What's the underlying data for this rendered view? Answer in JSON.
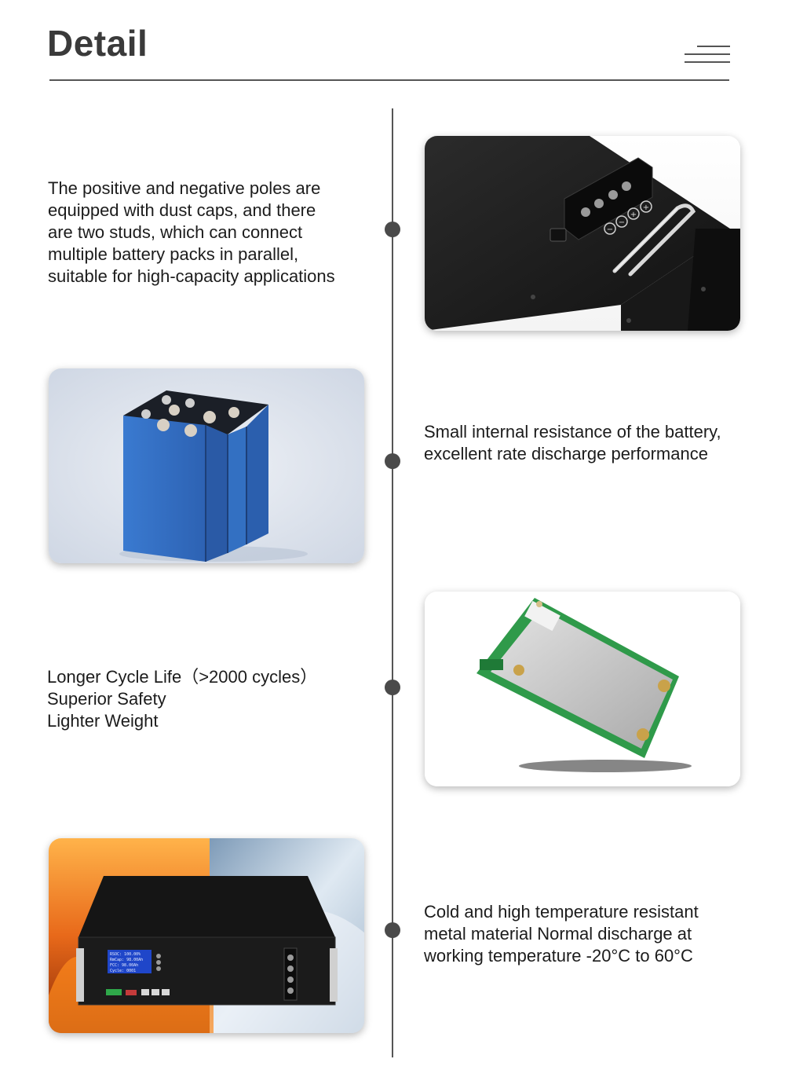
{
  "header": {
    "title": "Detail"
  },
  "sections": [
    {
      "lines": [
        "The positive and negative poles are",
        "equipped with dust caps, and there",
        "are two studs, which can connect",
        "multiple battery packs in parallel,",
        "suitable for high-capacity applications"
      ]
    },
    {
      "lines": [
        "Small internal resistance of the battery,",
        "excellent rate discharge performance"
      ]
    },
    {
      "lines": [
        "Longer Cycle Life（>2000 cycles）",
        "Superior Safety",
        "Lighter Weight"
      ]
    },
    {
      "lines": [
        "Cold and high temperature resistant",
        "metal material Normal discharge at",
        "working temperature -20°C to 60°C"
      ]
    }
  ],
  "images": {
    "terminal_symbols": [
      "−",
      "−",
      "+",
      "+"
    ],
    "bms_lcd_lines": [
      "RSOC: 100.00%",
      "RmCap: 98.00Ah",
      "FCC: 98.00Ah",
      "Cycle: 0001"
    ]
  },
  "colors": {
    "accent": "#555555",
    "battery_cell_blue": "#3f7fd0",
    "pcb_green": "#2f9a4a",
    "fire_orange": "#e8691a",
    "snow_blue": "#b9cde0"
  }
}
